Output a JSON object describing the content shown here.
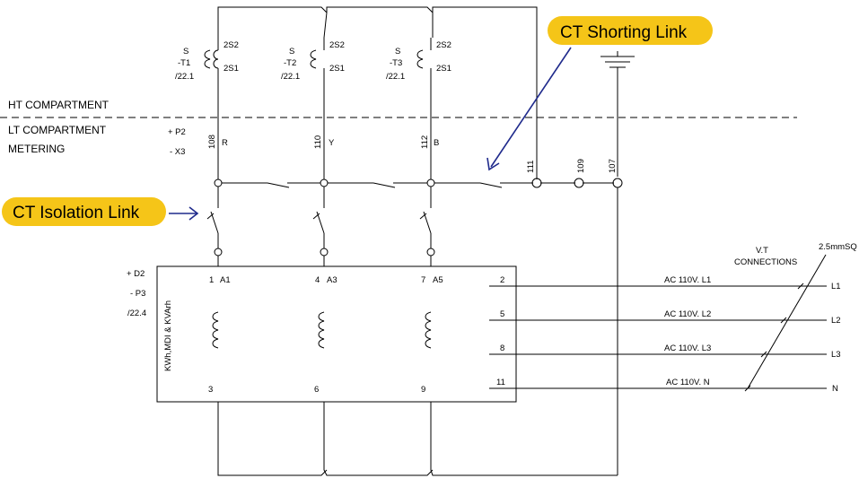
{
  "compartments": {
    "ht": "HT COMPARTMENT",
    "lt": "LT COMPARTMENT",
    "metering": "METERING",
    "lt_ref_1": "+ P2",
    "lt_ref_2": "- X3"
  },
  "cts": [
    {
      "sym": "S",
      "tag": "-T1",
      "ref": "/22.1",
      "s2": "2S2",
      "s1": "2S1"
    },
    {
      "sym": "S",
      "tag": "-T2",
      "ref": "/22.1",
      "s2": "2S2",
      "s1": "2S1"
    },
    {
      "sym": "S",
      "tag": "-T3",
      "ref": "/22.1",
      "s2": "2S2",
      "s1": "2S1"
    }
  ],
  "phases": [
    {
      "wire": "108",
      "phase": "R"
    },
    {
      "wire": "110",
      "phase": "Y"
    },
    {
      "wire": "112",
      "phase": "B"
    }
  ],
  "extra_wires": [
    "111",
    "109",
    "107"
  ],
  "meter": {
    "name": "KWh,MDI & KVArh",
    "ref_1": "+ D2",
    "ref_2": "- P3",
    "ref_3": "/22.4",
    "top_terminals": [
      {
        "num": "1",
        "label": "A1"
      },
      {
        "num": "4",
        "label": "A3"
      },
      {
        "num": "7",
        "label": "A5"
      }
    ],
    "bottom_terminals": [
      "3",
      "6",
      "9"
    ],
    "vt_terminals": [
      "2",
      "5",
      "8",
      "11"
    ]
  },
  "vt": {
    "title_1": "V.T",
    "title_2": "CONNECTIONS",
    "cable": "2.5mmSQ",
    "lines": [
      {
        "label": "AC 110V. L1",
        "end": "L1"
      },
      {
        "label": "AC 110V. L2",
        "end": "L2"
      },
      {
        "label": "AC 110V. L3",
        "end": "L3"
      },
      {
        "label": "AC 110V. N",
        "end": "N"
      }
    ]
  },
  "callouts": {
    "shorting": "CT Shorting Link",
    "isolation": "CT Isolation Link",
    "badge_color": "#f5c518",
    "arrow_color": "#1f2a8c"
  }
}
